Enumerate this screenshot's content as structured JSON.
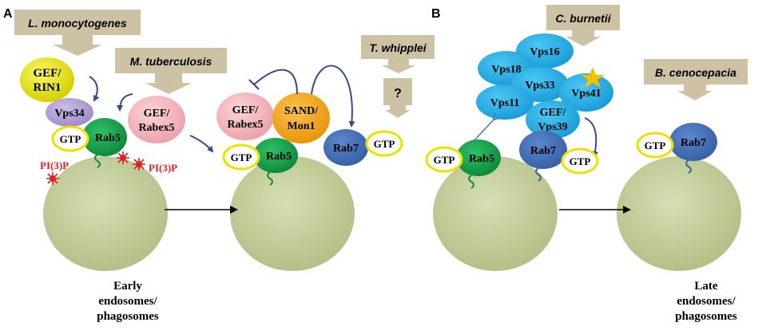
{
  "panels": {
    "a": "A",
    "b": "B"
  },
  "pathogens": {
    "listeria": "L. monocytogenes",
    "mtb": "M. tuberculosis",
    "whipplei": "T. whipplei",
    "whipplei_unknown": "?",
    "coxiella": "C. burnetii",
    "burkholderia": "B. cenocepacia"
  },
  "proteins": {
    "gef_rin1": [
      "GEF/",
      "RIN1"
    ],
    "vps34": "Vps34",
    "gtp": "GTP",
    "rab5": "Rab5",
    "rab7": "Rab7",
    "gef_rabex5": [
      "GEF/",
      "Rabex5"
    ],
    "sand_mon1": [
      "SAND/",
      "Mon1"
    ],
    "pi3p": "PI(3)P",
    "vps16": "Vps16",
    "vps18": "Vps18",
    "vps33": "Vps33",
    "vps11": "Vps11",
    "vps41": "Vps41",
    "gef_vps39": [
      "GEF/",
      "Vps39"
    ]
  },
  "captions": {
    "early": [
      "Early",
      "endosomes/",
      "phagosomes"
    ],
    "late": [
      "Late",
      "endosomes/",
      "phagosomes"
    ]
  },
  "colors": {
    "vesicle": "#c9d3a3",
    "vesicle_dark": "#a8b57d",
    "pathogen_box": "#cdc3a4",
    "gef_rin1": "#e8e400",
    "vps34": "#b3a2d6",
    "rab5": "#14a24b",
    "rabex5": "#f4b7bd",
    "sand_mon1": "#f4a818",
    "rab7": "#4572b8",
    "hops": "#1fb0ec",
    "gtp_ring": "#f0e000",
    "pi3p": "#e02020",
    "arrow": "#2f4f86",
    "star": "#f5c000"
  }
}
